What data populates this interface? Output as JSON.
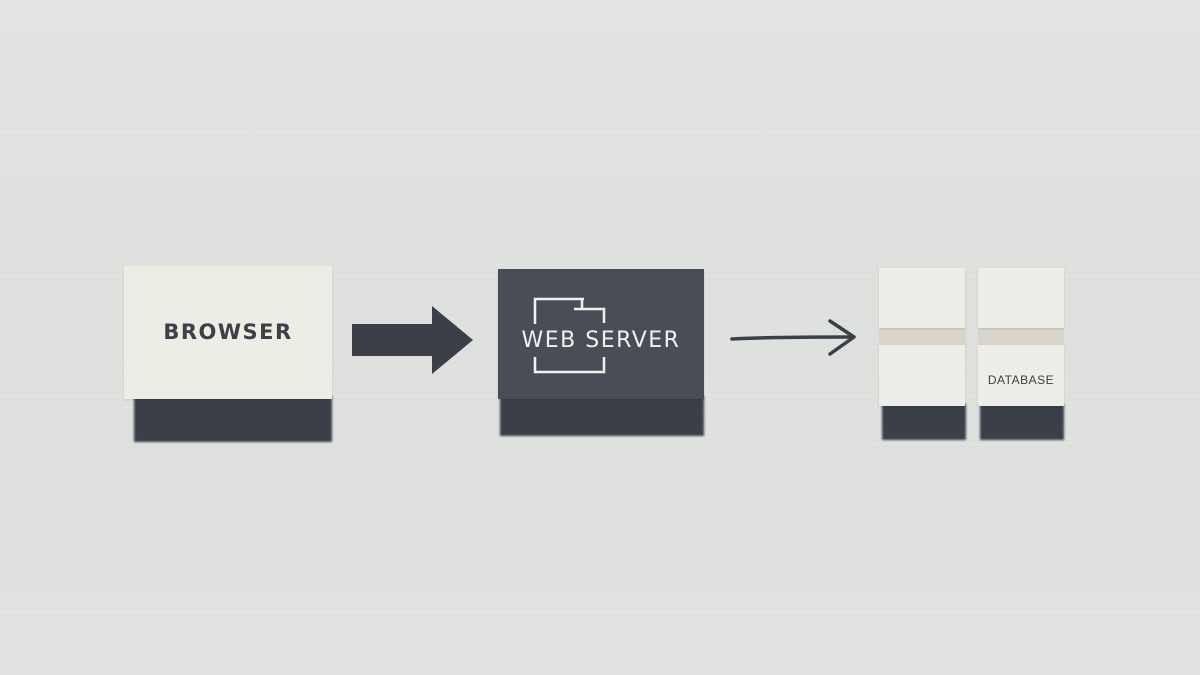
{
  "diagram": {
    "nodes": {
      "browser": {
        "label": "BROWSER"
      },
      "web_server": {
        "label": "WEB SERVER"
      },
      "database": {
        "label": "DATABASE"
      }
    },
    "edges": [
      {
        "from": "browser",
        "to": "web_server",
        "style": "thick-block-arrow"
      },
      {
        "from": "web_server",
        "to": "database",
        "style": "thin-line-arrow"
      }
    ],
    "colors": {
      "background": "#e1e3e1",
      "paper": "#ecede5",
      "dark_card": "#4a4d56",
      "ink": "#3b3f48"
    }
  }
}
